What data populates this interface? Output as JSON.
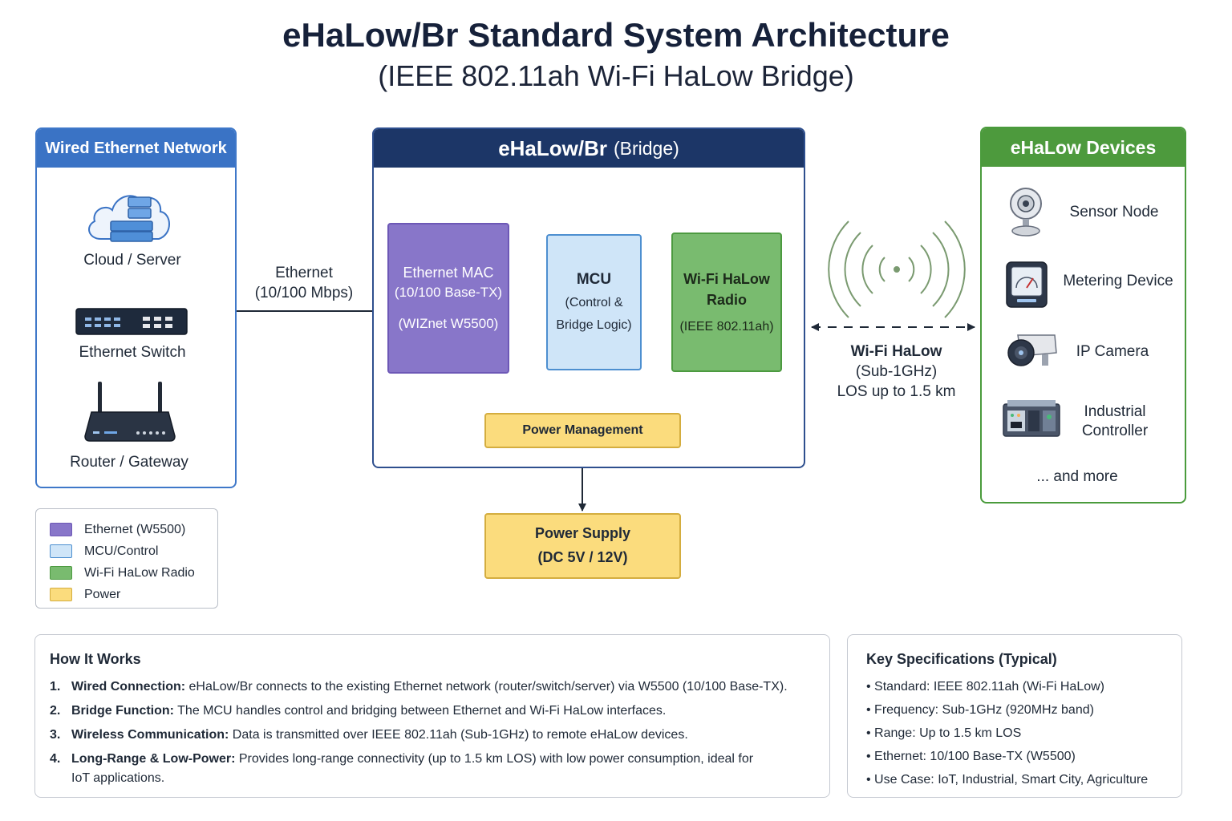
{
  "title": "eHaLow/Br Standard System Architecture",
  "subtitle": "(IEEE 802.11ah Wi-Fi HaLow Bridge)",
  "wired": {
    "header": "Wired Ethernet Network",
    "cloud": "Cloud / Server",
    "switch": "Ethernet Switch",
    "router": "Router / Gateway"
  },
  "ethernet_link": {
    "line1": "Ethernet",
    "line2": "(10/100 Mbps)"
  },
  "bridge": {
    "header_main": "eHaLow/Br",
    "header_sub": "(Bridge)",
    "mac": {
      "l1": "Ethernet MAC",
      "l2": "(10/100 Base-TX)",
      "l3": "(WIZnet W5500)"
    },
    "mcu": {
      "l1": "MCU",
      "l2": "(Control &",
      "l3": "Bridge Logic)"
    },
    "radio": {
      "l1": "Wi-Fi HaLow",
      "l2": "Radio",
      "l3": "(IEEE 802.11ah)"
    },
    "power_mgmt": "Power Management"
  },
  "power_supply": {
    "l1": "Power Supply",
    "l2": "(DC 5V / 12V)"
  },
  "wireless_link": {
    "l1": "Wi-Fi HaLow",
    "l2": "(Sub-1GHz)",
    "l3": "LOS up to 1.5 km"
  },
  "devices": {
    "header": "eHaLow Devices",
    "sensor": "Sensor Node",
    "meter": "Metering Device",
    "camera": "IP Camera",
    "controller_l1": "Industrial",
    "controller_l2": "Controller",
    "more": "... and more"
  },
  "legend": [
    {
      "label": "Ethernet (W5500)",
      "color": "#8876c9"
    },
    {
      "label": "MCU/Control",
      "color": "#cfe5f8"
    },
    {
      "label": "Wi-Fi HaLow Radio",
      "color": "#79bb6f"
    },
    {
      "label": "Power",
      "color": "#fbdc7d"
    }
  ],
  "how": {
    "title": "How It Works",
    "items": [
      {
        "num": "1.",
        "head": "Wired Connection:",
        "text": " eHaLow/Br connects to the existing Ethernet network (router/switch/server) via W5500 (10/100 Base-TX)."
      },
      {
        "num": "2.",
        "head": "Bridge Function:",
        "text": " The MCU handles control and bridging between Ethernet and Wi-Fi HaLow interfaces."
      },
      {
        "num": "3.",
        "head": "Wireless Communication:",
        "text": " Data is transmitted over IEEE 802.11ah (Sub-1GHz) to remote eHaLow devices."
      },
      {
        "num": "4.",
        "head": "Long-Range & Low-Power:",
        "text": " Provides long-range connectivity (up to 1.5 km LOS) with low power consumption, ideal for IoT applications."
      }
    ]
  },
  "specs": {
    "title": "Key Specifications (Typical)",
    "items": [
      "• Standard: IEEE 802.11ah (Wi-Fi HaLow)",
      "• Frequency: Sub-1GHz (920MHz band)",
      "• Range: Up to 1.5 km LOS",
      "• Ethernet: 10/100 Base-TX (W5500)",
      "• Use Case: IoT, Industrial, Smart City, Agriculture"
    ]
  }
}
